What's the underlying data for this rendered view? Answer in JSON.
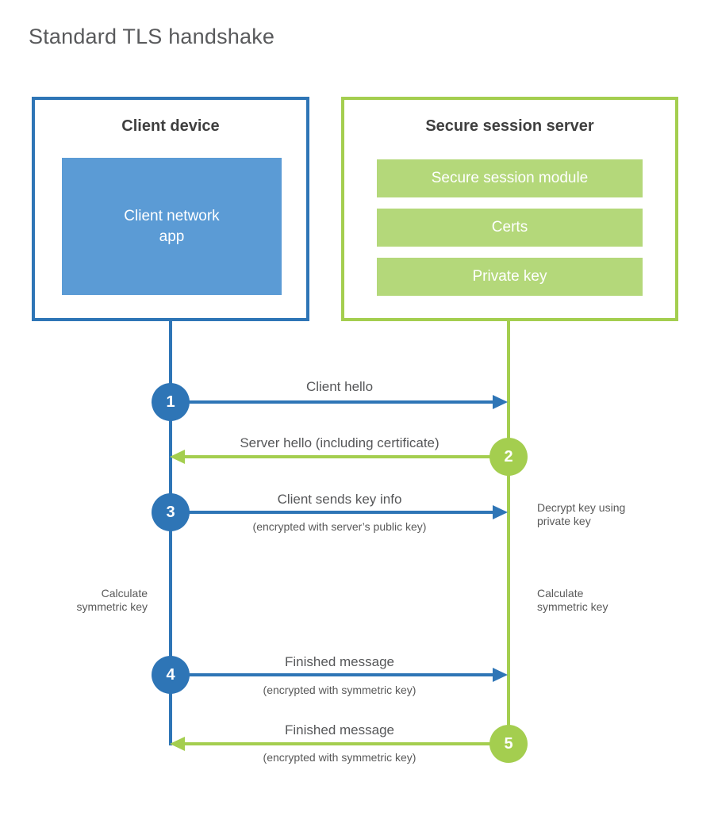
{
  "title": "Standard TLS handshake",
  "client": {
    "title": "Client device",
    "app_label": "Client network\napp"
  },
  "server": {
    "title": "Secure session server",
    "modules": [
      "Secure session module",
      "Certs",
      "Private key"
    ]
  },
  "steps": [
    {
      "num": "1",
      "label": "Client hello",
      "sublabel": "",
      "direction": "right",
      "actor": "client"
    },
    {
      "num": "2",
      "label": "Server hello (including certificate)",
      "sublabel": "",
      "direction": "left",
      "actor": "server"
    },
    {
      "num": "3",
      "label": "Client sends key info",
      "sublabel": "(encrypted with server’s public key)",
      "direction": "right",
      "actor": "client"
    },
    {
      "num": "4",
      "label": "Finished message",
      "sublabel": "(encrypted with symmetric key)",
      "direction": "right",
      "actor": "client"
    },
    {
      "num": "5",
      "label": "Finished message",
      "sublabel": "(encrypted with symmetric key)",
      "direction": "left",
      "actor": "server"
    }
  ],
  "annotations": {
    "decrypt_note": "Decrypt key using\nprivate key",
    "calc_symmetric_left": "Calculate\nsymmetric key",
    "calc_symmetric_right": "Calculate\nsymmetric key"
  },
  "colors": {
    "client_accent": "#2e75b6",
    "client_fill": "#5b9bd5",
    "server_accent": "#a4ce4f",
    "server_fill": "#b4d87a",
    "text_dark": "#3f3f3f",
    "text_gray": "#595959"
  }
}
